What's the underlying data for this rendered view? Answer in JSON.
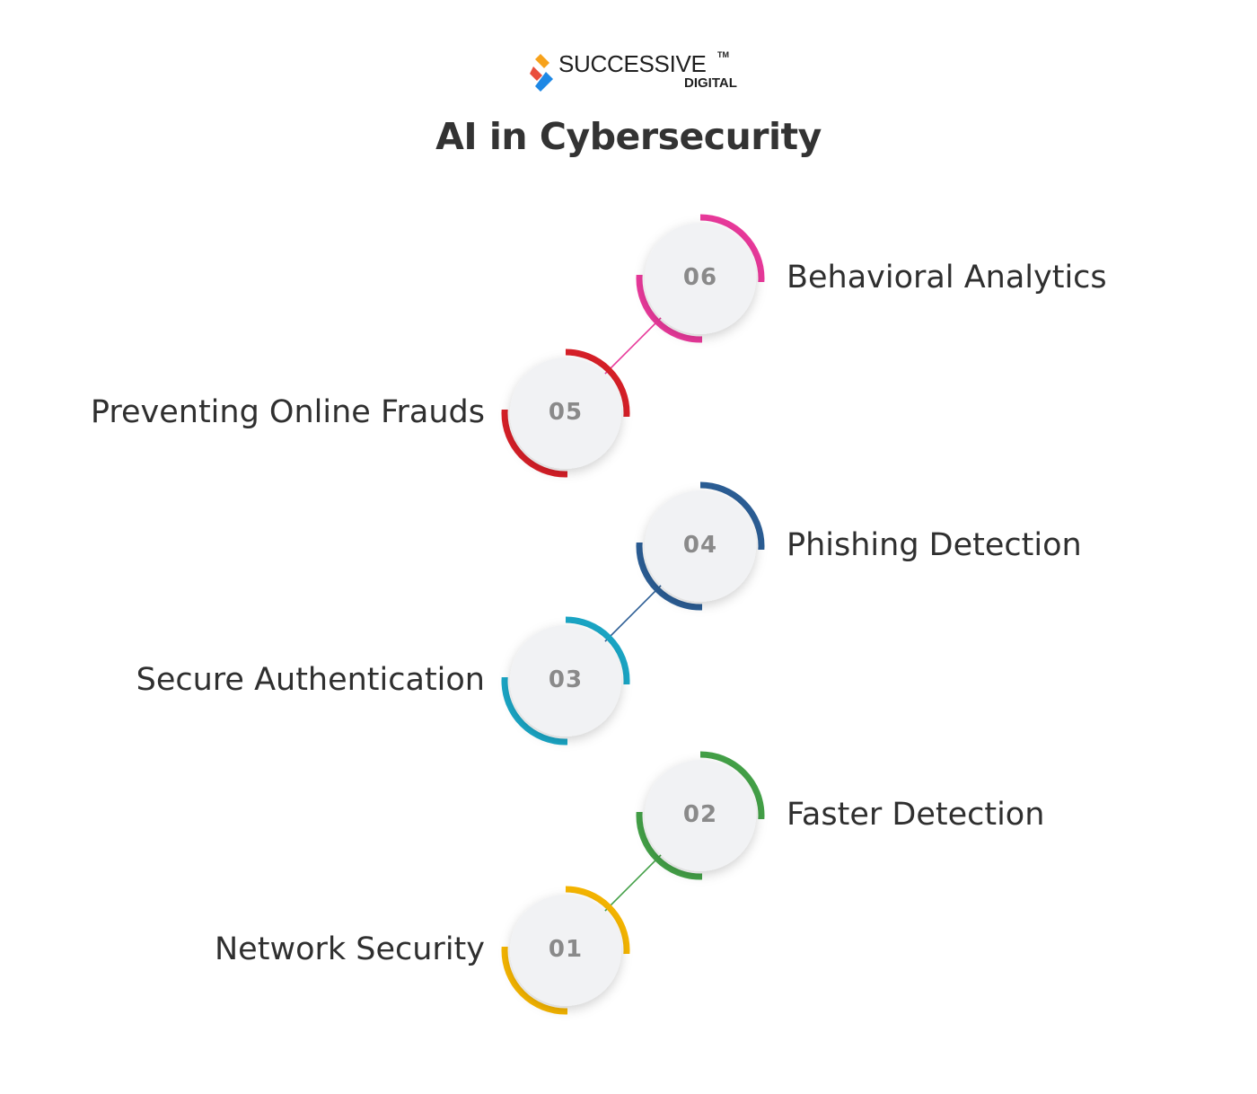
{
  "logo": {
    "name": "SUCCESSIVE",
    "trademark": "TM",
    "subtitle": "DIGITAL",
    "colors": [
      "#f7a21b",
      "#e94e3c",
      "#1e88e5"
    ]
  },
  "title": "AI in Cybersecurity",
  "steps": [
    {
      "number": "01",
      "label": "Network Security",
      "color": "#f4b400",
      "side": "left"
    },
    {
      "number": "02",
      "label": "Faster Detection",
      "color": "#43a047",
      "side": "right"
    },
    {
      "number": "03",
      "label": "Secure Authentication",
      "color": "#1aa5c4",
      "side": "left"
    },
    {
      "number": "04",
      "label": "Phishing Detection",
      "color": "#2b5d94",
      "side": "right"
    },
    {
      "number": "05",
      "label": "Preventing Online Frauds",
      "color": "#d61f27",
      "side": "left"
    },
    {
      "number": "06",
      "label": "Behavioral Analytics",
      "color": "#e8399a",
      "side": "right"
    }
  ]
}
